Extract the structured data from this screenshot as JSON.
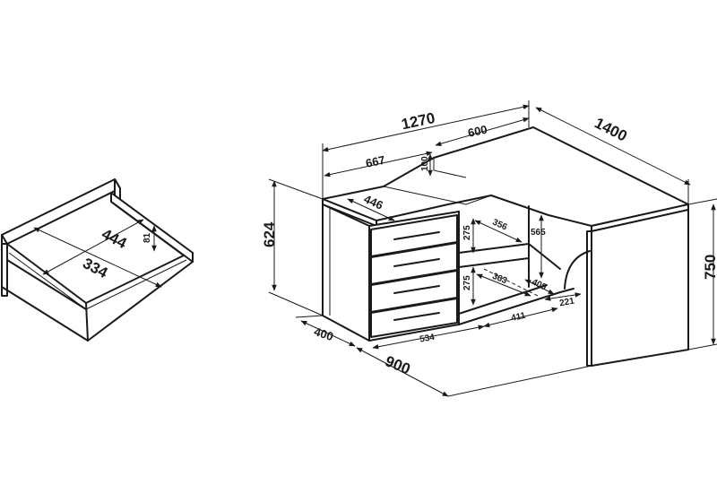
{
  "drawer": {
    "dims": {
      "length": "444",
      "width": "334",
      "height": "81"
    }
  },
  "desk": {
    "dims": {
      "total_width": "1270",
      "return_length": "1400",
      "left_span": "667",
      "top_span": "600",
      "top_overhang": "100",
      "depth_top": "446",
      "height_cabinet": "624",
      "height_total": "750",
      "depth_base": "400",
      "length_base": "900",
      "drawer_width": "534",
      "shelf_width": "411",
      "shelf_depth_upper": "356",
      "shelf_depth_lower": "363",
      "shelf_height_upper": "275",
      "shelf_height_lower": "275",
      "inner_height": "565",
      "inner_depth": "400",
      "rear_depth": "221"
    }
  }
}
